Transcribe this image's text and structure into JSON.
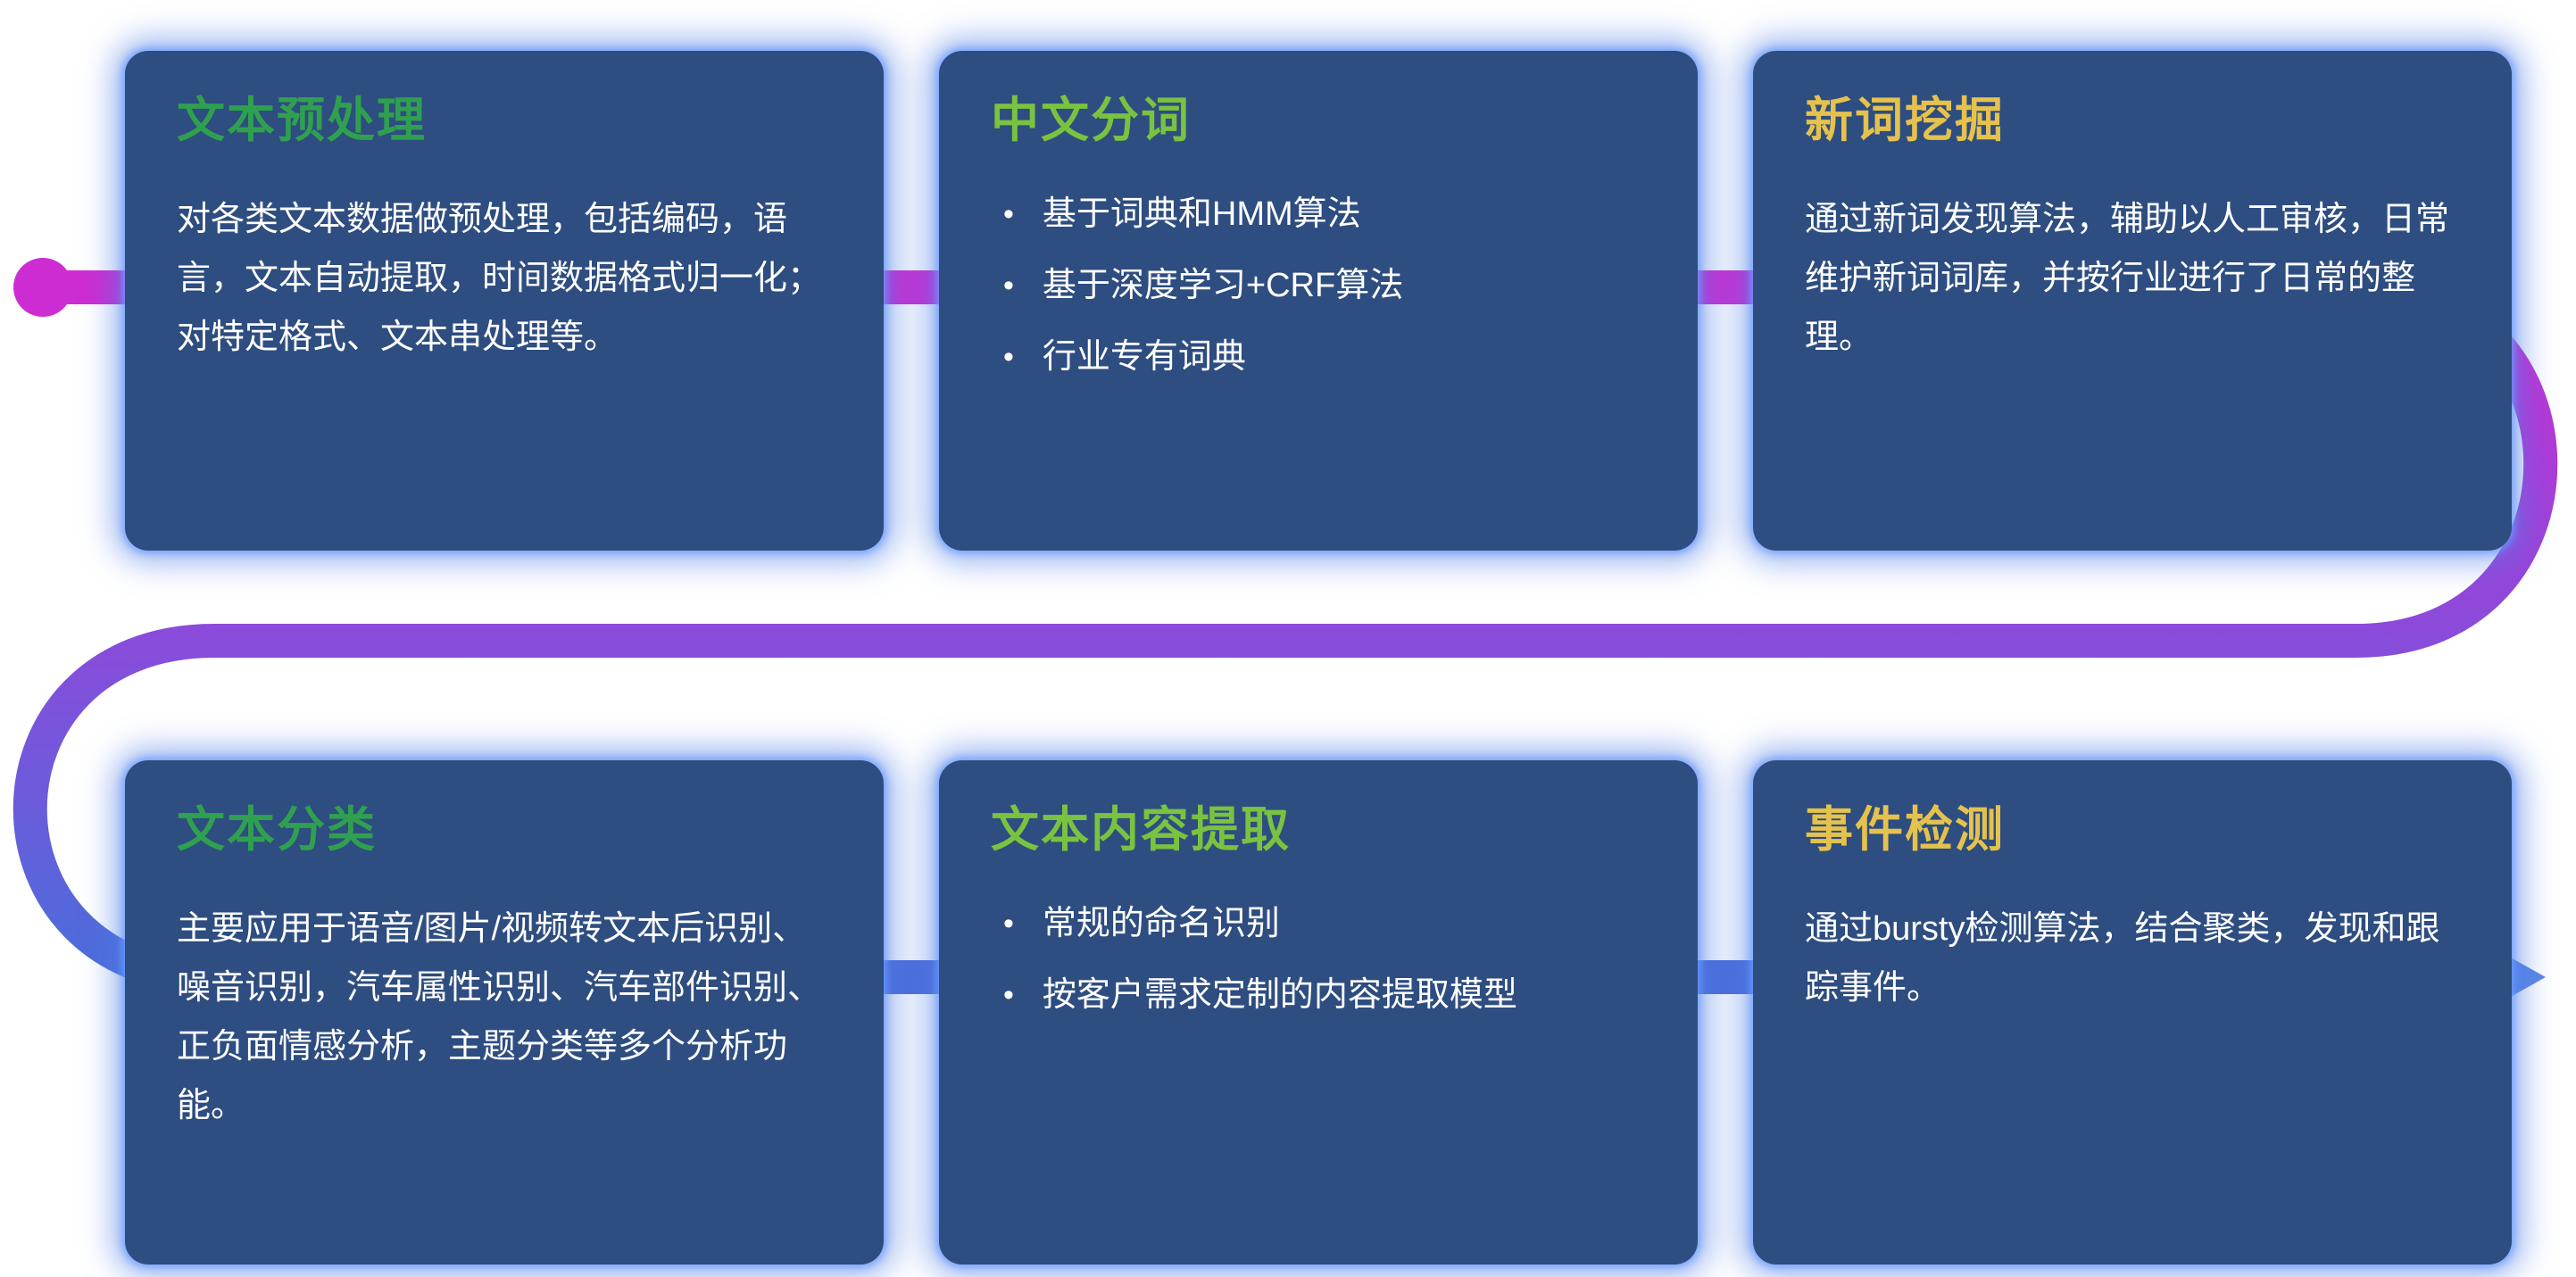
{
  "theme": {
    "card_bg": "#2e4d80",
    "glow_color": "#4f7ee6",
    "body_text_color": "#ffffff"
  },
  "flow": {
    "dot_color": "#ce2cd3",
    "arrow_color": "#5c86e6",
    "gradient": {
      "start": "#ce2cd3",
      "mid": "#8a4bdb",
      "end": "#4a6edb"
    }
  },
  "cards": [
    {
      "title": "文本预处理",
      "title_color": "#2fa04f",
      "type": "paragraph",
      "body": "对各类文本数据做预处理，包括编码，语言，文本自动提取，时间数据格式归一化；对特定格式、文本串处理等。"
    },
    {
      "title": "中文分词",
      "title_color": "#79c340",
      "type": "bullets",
      "bullets": [
        "基于词典和HMM算法",
        "基于深度学习+CRF算法",
        "行业专有词典"
      ]
    },
    {
      "title": "新词挖掘",
      "title_color": "#e5c24d",
      "type": "paragraph",
      "body": "通过新词发现算法，辅助以人工审核，日常维护新词词库，并按行业进行了日常的整理。"
    },
    {
      "title": "文本分类",
      "title_color": "#2fa04f",
      "type": "paragraph",
      "body": "主要应用于语音/图片/视频转文本后识别、噪音识别，汽车属性识别、汽车部件识别、正负面情感分析，主题分类等多个分析功能。"
    },
    {
      "title": "文本内容提取",
      "title_color": "#79c340",
      "type": "bullets",
      "bullets": [
        "常规的命名识别",
        "按客户需求定制的内容提取模型"
      ]
    },
    {
      "title": "事件检测",
      "title_color": "#e5c24d",
      "type": "paragraph",
      "body": "通过bursty检测算法，结合聚类，发现和跟踪事件。"
    }
  ]
}
